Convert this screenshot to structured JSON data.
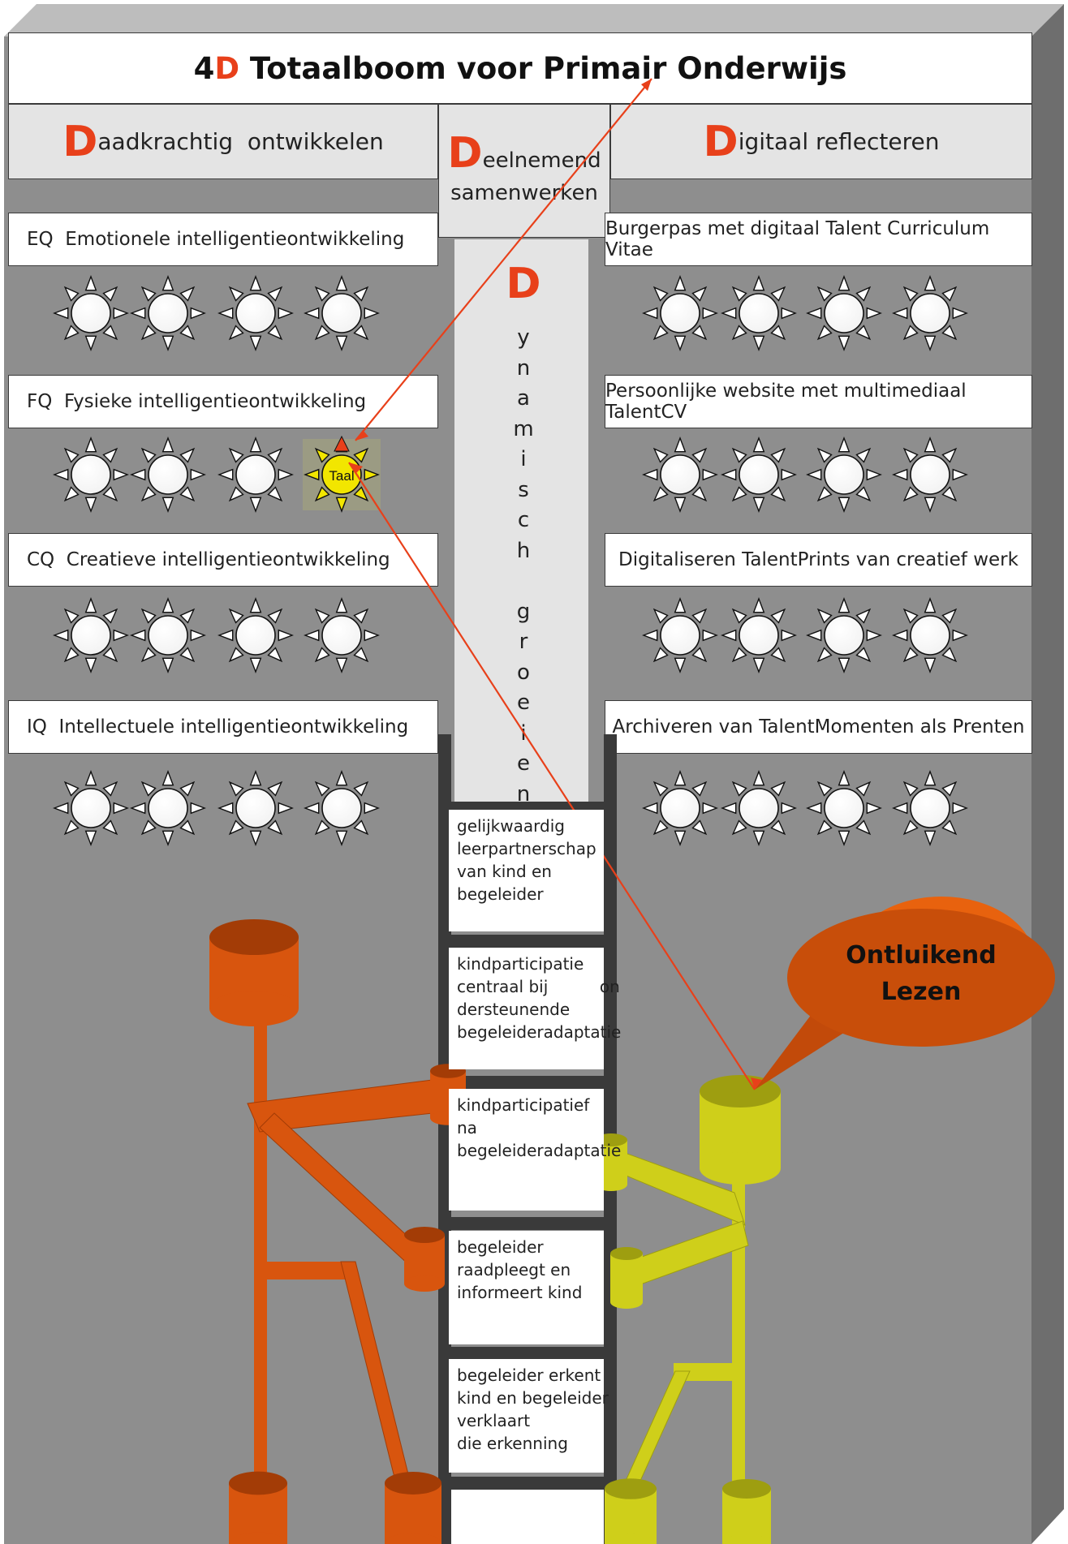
{
  "title": {
    "prefix": "4",
    "d": "D",
    "rest": " Totaalboom voor Primair Onderwijs"
  },
  "columns": {
    "left": {
      "big": "D",
      "rest": "aadkrachtig  ontwikkelen"
    },
    "middle": {
      "big": "D",
      "line1": "eelnemend",
      "line2": "samenwerken"
    },
    "right": {
      "big": "D",
      "rest": "igitaal reflecteren"
    }
  },
  "vertical": {
    "big": "D",
    "letters": [
      "y",
      "n",
      "a",
      "m",
      "i",
      "s",
      "c",
      "h",
      " ",
      "g",
      "r",
      "o",
      "e",
      "i",
      "e",
      "n"
    ]
  },
  "left_rows": [
    "EQ  Emotionele intelligentieontwikkeling",
    "FQ  Fysieke intelligentieontwikkeling",
    "CQ  Creatieve intelligentieontwikkeling",
    "IQ  Intellectuele intelligentieontwikkeling"
  ],
  "right_rows": [
    "Burgerpas met digitaal Talent Curriculum Vitae",
    "Persoonlijke website met multimediaal TalentCV",
    "Digitaliseren TalentPrints van creatief werk",
    "Archiveren van TalentMomenten als Prenten"
  ],
  "highlight_sun_label": "Taal",
  "ladder_rungs": [
    [
      "gelijkwaardig",
      "leerpartnerschap",
      "van kind en",
      "begeleider"
    ],
    [
      "kindparticipatie",
      "centraal bij          on",
      "dersteunende",
      "begeleideradaptatie"
    ],
    [
      "kindparticipatief",
      "na",
      "begeleideradaptatie"
    ],
    [
      "begeleider",
      "raadpleegt en",
      "informeert kind"
    ],
    [
      "begeleider erkent",
      "kind en begeleider",
      "verklaart",
      "die erkenning"
    ]
  ],
  "speech_bubble": {
    "line1": "Ontluikend",
    "line2": "Lezen"
  },
  "colors": {
    "accent": "#e8401a",
    "orange_figure": "#d8550e",
    "yellow_figure": "#cfcf1a",
    "panel": "#8e8e8e",
    "ladder": "#3a3a3a"
  }
}
